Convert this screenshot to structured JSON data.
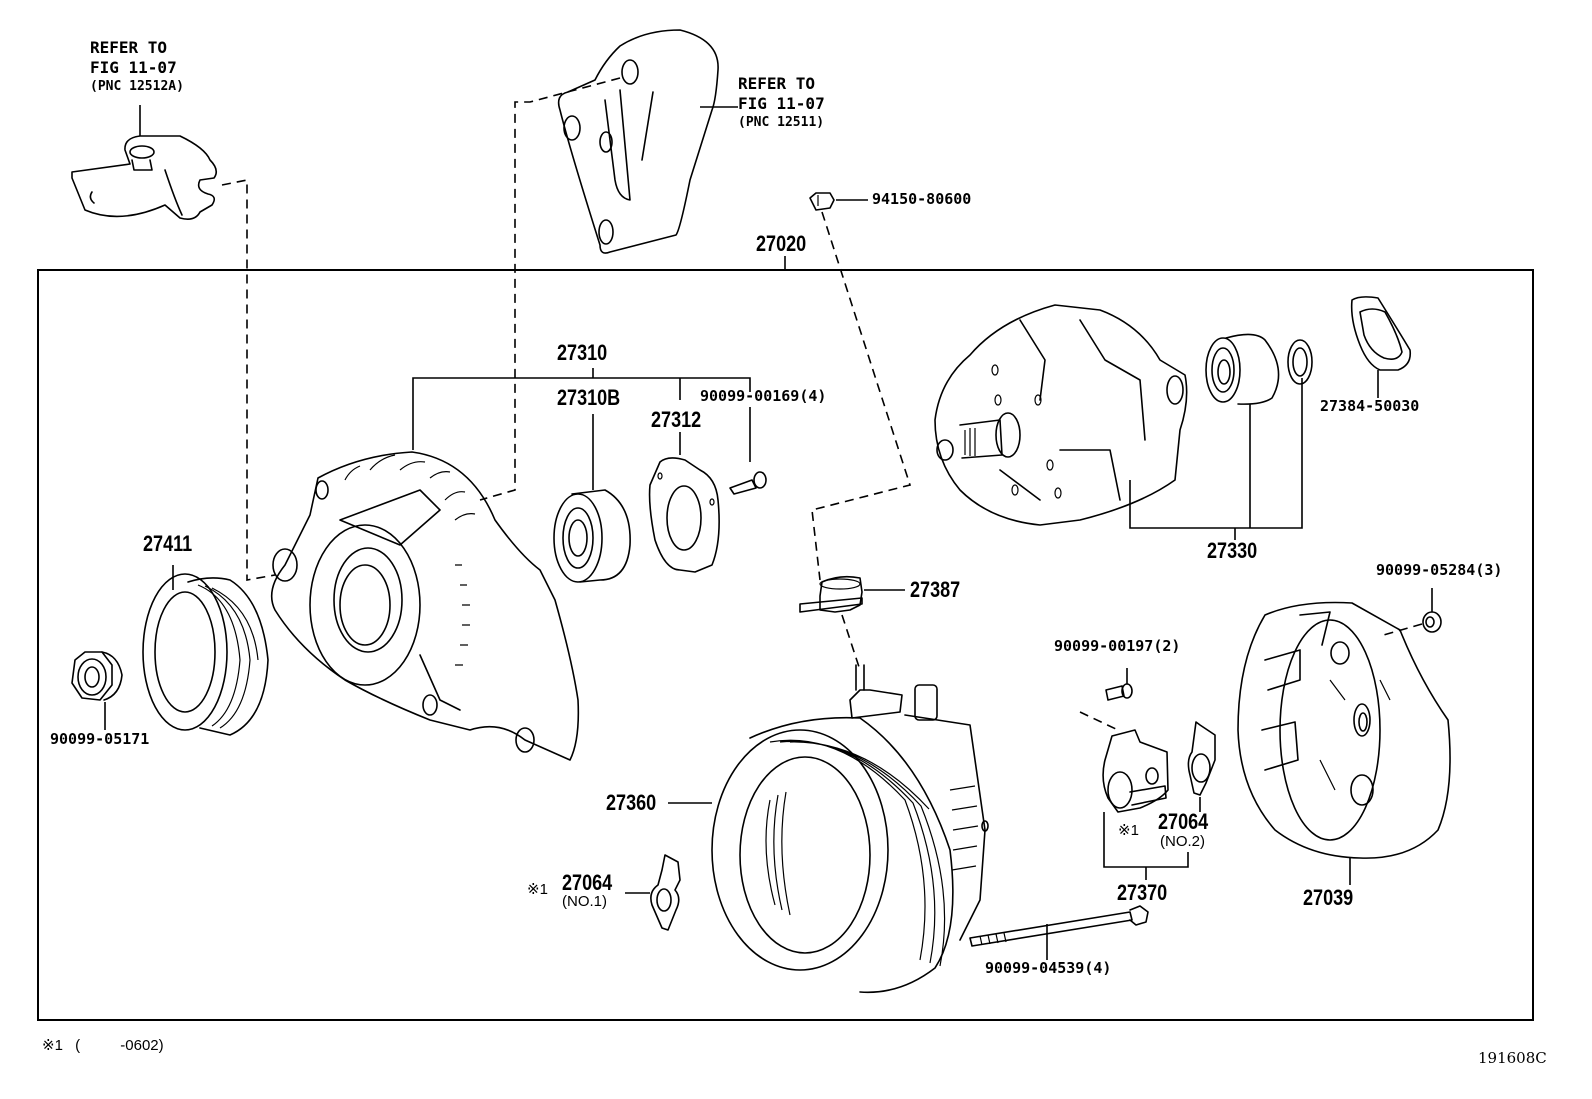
{
  "diagram": {
    "title": "Alternator exploded parts diagram",
    "assembly_part": "27020",
    "references": [
      {
        "id": "ref-left",
        "line1": "REFER TO",
        "line2": "FIG 11-07",
        "line3": "(PNC 12512A)"
      },
      {
        "id": "ref-top",
        "line1": "REFER TO",
        "line2": "FIG 11-07",
        "line3": "(PNC 12511)"
      }
    ],
    "parts": {
      "p27310": "27310",
      "p27310B": "27310B",
      "p27312": "27312",
      "p9009900169": "90099-00169(4)",
      "p9415080600": "94150-80600",
      "p27384": "27384-50030",
      "p27330": "27330",
      "p27411": "27411",
      "p9009905171": "90099-05171",
      "p27387": "27387",
      "p9009905284": "90099-05284(3)",
      "p9009900197": "90099-00197(2)",
      "p27360": "27360",
      "p27064_no2": "27064",
      "p27064_no2_sub": "(NO.2)",
      "p27064_no1": "27064",
      "p27064_no1_sub": "(NO.1)",
      "p27370": "27370",
      "p27039": "27039",
      "p9009904539": "90099-04539(4)"
    },
    "marks": {
      "note_mark_1": "※1",
      "note_mark_2": "※1"
    },
    "footnote": {
      "mark": "※1",
      "open": "(",
      "range": "-0602)"
    },
    "figure_code": "191608C"
  }
}
